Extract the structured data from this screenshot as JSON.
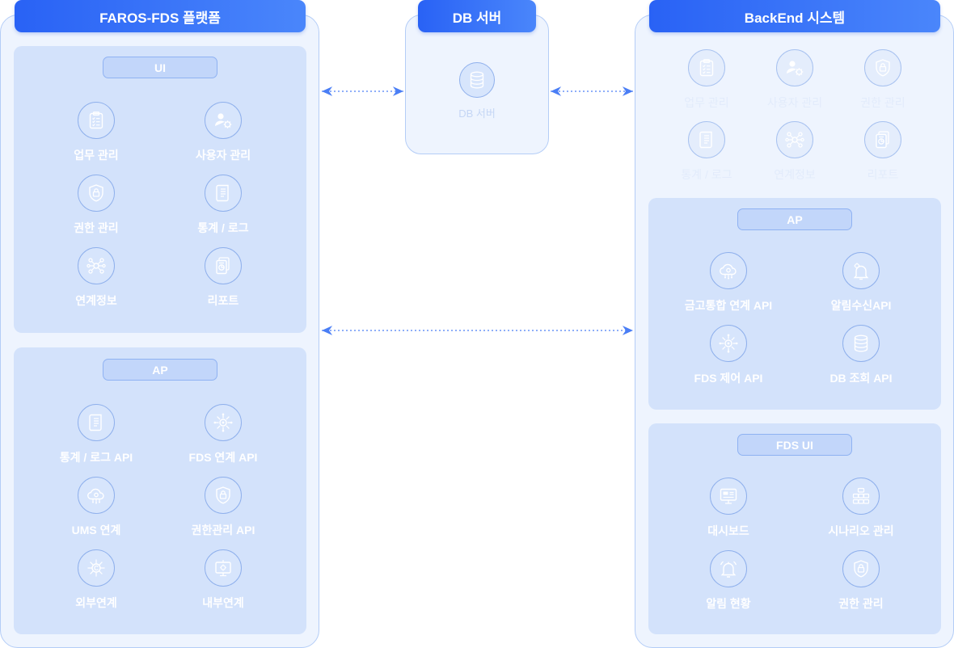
{
  "colors": {
    "title_gradient_start": "#2962f5",
    "title_gradient_end": "#4a86fb",
    "panel_fill": "#eef4fe",
    "section_fill": "#d3e2fb",
    "icon_stroke": "#ffffff",
    "connector": "#4a7ef5"
  },
  "platform": {
    "title": "FAROS-FDS 플랫폼",
    "ui": {
      "label": "UI",
      "items": [
        {
          "label": "업무 관리",
          "icon": "clipboard-icon"
        },
        {
          "label": "사용자 관리",
          "icon": "user-settings-icon"
        },
        {
          "label": "권한 관리",
          "icon": "shield-lock-icon"
        },
        {
          "label": "통계 / 로그",
          "icon": "document-log-icon"
        },
        {
          "label": "연계정보",
          "icon": "network-icon"
        },
        {
          "label": "리포트",
          "icon": "report-icon"
        }
      ]
    },
    "ap": {
      "label": "AP",
      "items": [
        {
          "label": "통계 / 로그 API",
          "icon": "document-log-icon"
        },
        {
          "label": "FDS 연계 API",
          "icon": "network-gear-icon"
        },
        {
          "label": "UMS 연계",
          "icon": "cloud-gear-icon"
        },
        {
          "label": "권한관리 API",
          "icon": "shield-lock-icon"
        },
        {
          "label": "외부연계",
          "icon": "external-link-icon"
        },
        {
          "label": "내부연계",
          "icon": "internal-link-icon"
        }
      ]
    }
  },
  "db": {
    "title": "DB 서버",
    "item": {
      "label": "DB 서버",
      "icon": "database-icon"
    }
  },
  "backend": {
    "title": "BackEnd 시스템",
    "items": [
      {
        "label": "업무 관리",
        "icon": "clipboard-icon"
      },
      {
        "label": "사용자 관리",
        "icon": "user-settings-icon"
      },
      {
        "label": "권한 관리",
        "icon": "shield-lock-icon"
      },
      {
        "label": "통계 / 로그",
        "icon": "document-log-icon"
      },
      {
        "label": "연계정보",
        "icon": "network-icon"
      },
      {
        "label": "리포트",
        "icon": "report-icon"
      }
    ],
    "ap": {
      "label": "AP",
      "items": [
        {
          "label": "금고통합 연계 API",
          "icon": "cloud-gear-icon"
        },
        {
          "label": "알림수신API",
          "icon": "bell-gear-icon"
        },
        {
          "label": "FDS 제어 API",
          "icon": "network-gear-icon"
        },
        {
          "label": "DB 조회 API",
          "icon": "database-icon"
        }
      ]
    },
    "fds_ui": {
      "label": "FDS UI",
      "items": [
        {
          "label": "대시보드",
          "icon": "dashboard-icon"
        },
        {
          "label": "시나리오 관리",
          "icon": "scenario-icon"
        },
        {
          "label": "알림 현황",
          "icon": "bell-icon"
        },
        {
          "label": "권한 관리",
          "icon": "shield-lock-icon"
        }
      ]
    }
  }
}
